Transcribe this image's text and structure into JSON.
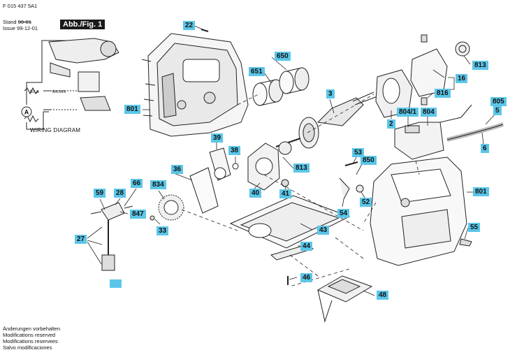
{
  "header": {
    "doc_number": "F 015 437 5A1",
    "stand_label": "Stand",
    "stand_value": "99-01",
    "issue_label": "Issue",
    "issue_value": "99-12-01",
    "figure_label": "Abb./Fig. 1"
  },
  "wiring": {
    "title": "WIRING DIAGRAM",
    "blue_label": "BLUE",
    "brown_label": "BROWN",
    "motor_symbol": "A"
  },
  "notes": [
    "Änderungen vorbehalten",
    "Modifications reserved",
    "Modifications reservees",
    "Salvo modificaciones"
  ],
  "callouts": {
    "c22": "22",
    "c650": "650",
    "c651": "651",
    "c3": "3",
    "c813a": "813",
    "c16": "16",
    "c816": "816",
    "c801a": "801",
    "c805": "805",
    "c5": "5",
    "c804_1": "804/1",
    "c804": "804",
    "c2": "2",
    "c6": "6",
    "c39": "39",
    "c38": "38",
    "c813b": "813",
    "c36": "36",
    "c53": "53",
    "c850": "850",
    "c801b": "801",
    "c834": "834",
    "c40": "40",
    "c41": "41",
    "c52": "52",
    "c59": "59",
    "c28": "28",
    "c66": "66",
    "c847": "847",
    "c54": "54",
    "c33": "33",
    "c43": "43",
    "c27": "27",
    "c55": "55",
    "c44": "44",
    "c46": "46",
    "c48": "48"
  },
  "colors": {
    "callout_bg": "#5bc6e8",
    "figure_badge_bg": "#1a1a1a"
  }
}
